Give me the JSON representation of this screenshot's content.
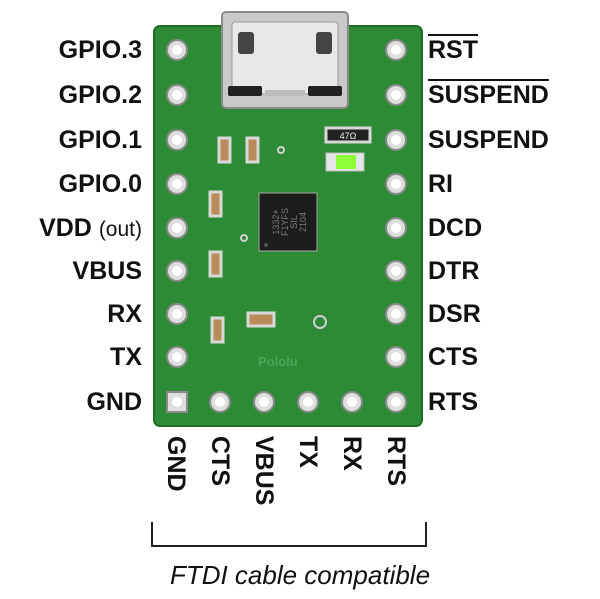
{
  "left_pins": [
    "GPIO.3",
    "GPIO.2",
    "GPIO.1",
    "GPIO.0",
    "VDD",
    "VBUS",
    "RX",
    "TX",
    "GND"
  ],
  "vdd_suffix": "(out)",
  "right_pins": [
    "RST",
    "SUSPEND",
    "SUSPEND",
    "RI",
    "DCD",
    "DTR",
    "DSR",
    "CTS",
    "RTS"
  ],
  "right_overlined": [
    true,
    true,
    false,
    false,
    false,
    false,
    false,
    false,
    false
  ],
  "bottom_pins": [
    "GND",
    "CTS",
    "VBUS",
    "TX",
    "RX",
    "RTS"
  ],
  "caption": "FTDI cable compatible",
  "chip": {
    "line1": "SIL",
    "line2": "2104",
    "line3": "F1YFS",
    "line4": "1332+"
  },
  "resistor_marking": "47Ω",
  "silkscreen": "Pololu",
  "colors": {
    "board": "#2e8b35",
    "board_dark": "#1f6e27",
    "pad": "#dedede",
    "led": "#8dff3a",
    "chip": "#1c1c1c"
  }
}
